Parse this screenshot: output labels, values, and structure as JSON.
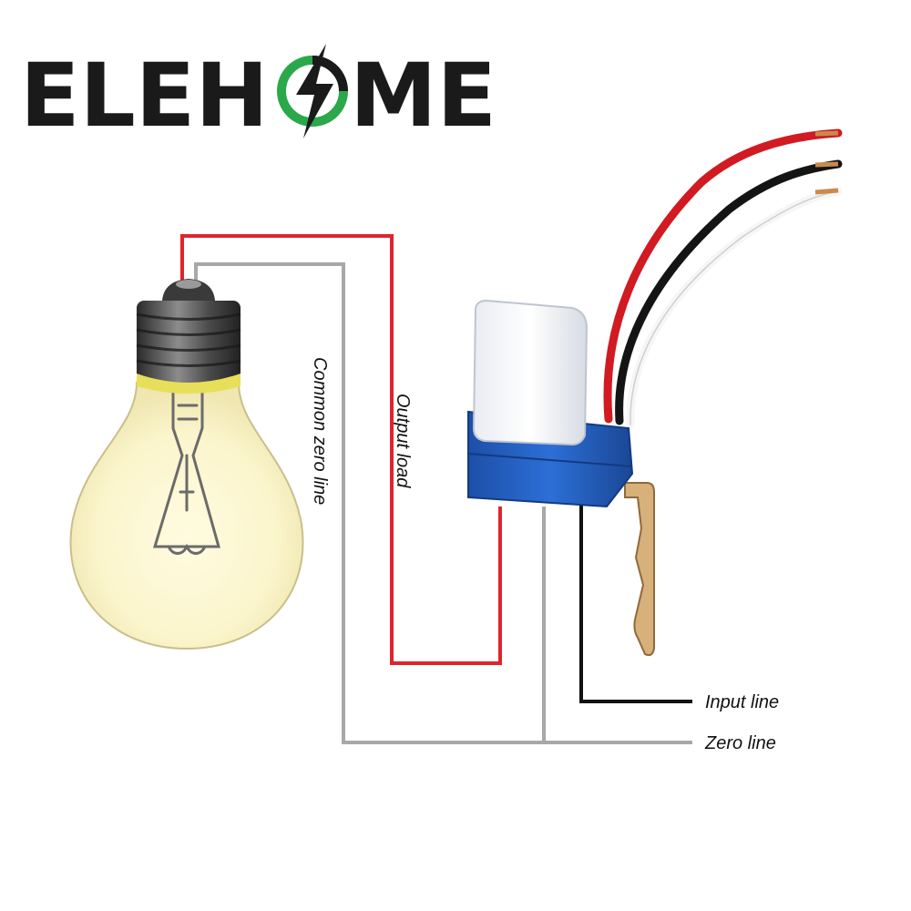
{
  "brand": {
    "left_text": "ELEH",
    "right_text": "ME",
    "logo_icon": "lightning-o-icon"
  },
  "labels": {
    "common_zero_line": "Common zero line",
    "output_load": "Output load",
    "input_line": "Input line",
    "zero_line": "Zero line"
  },
  "colors": {
    "live_wire": "#e0242c",
    "neutral_wire": "#a8a8a8",
    "input_wire": "#111111",
    "sensor_base": "#1f5fc2",
    "logo_green": "#2aa84a",
    "bulb_glow": "#fbf6cf"
  },
  "icons": {
    "bulb": "light-bulb-icon",
    "sensor": "photocell-switch-icon"
  }
}
